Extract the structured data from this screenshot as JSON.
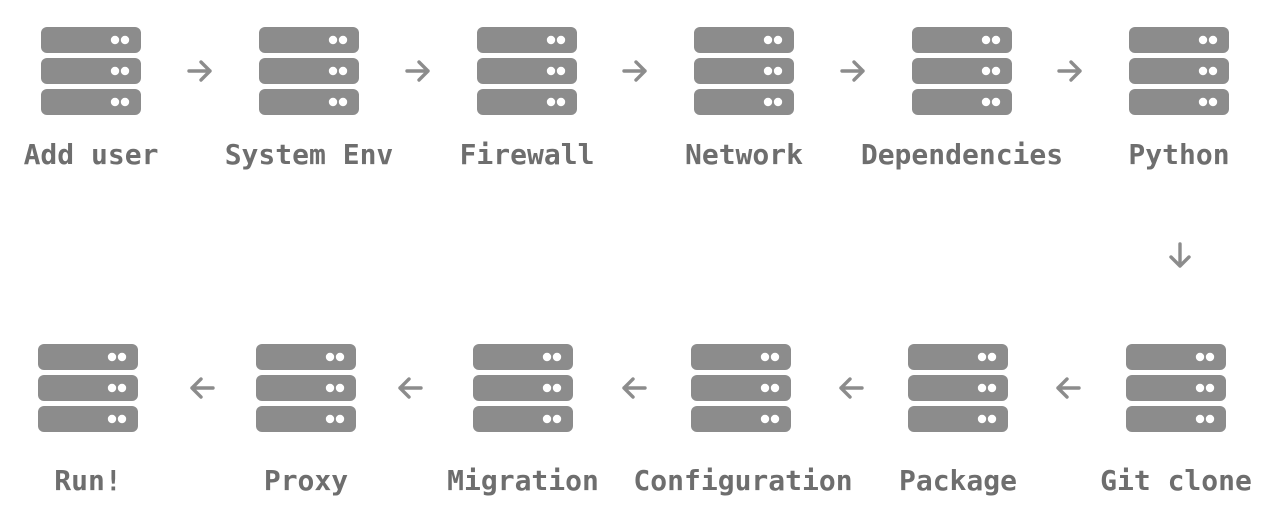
{
  "colors": {
    "icon": "#8c8c8c",
    "dots": "#ffffff",
    "text": "#6e6e6e",
    "arrow": "#8c8c8c"
  },
  "steps": [
    {
      "label": "Add user",
      "icon": "server-icon"
    },
    {
      "label": "System Env",
      "icon": "server-icon"
    },
    {
      "label": "Firewall",
      "icon": "server-icon"
    },
    {
      "label": "Network",
      "icon": "server-icon"
    },
    {
      "label": "Dependencies",
      "icon": "server-icon"
    },
    {
      "label": "Python",
      "icon": "server-icon"
    },
    {
      "label": "Git clone",
      "icon": "server-icon"
    },
    {
      "label": "Package",
      "icon": "server-icon"
    },
    {
      "label": "Configuration",
      "icon": "server-icon"
    },
    {
      "label": "Migration",
      "icon": "server-icon"
    },
    {
      "label": "Proxy",
      "icon": "server-icon"
    },
    {
      "label": "Run!",
      "icon": "server-icon"
    }
  ]
}
